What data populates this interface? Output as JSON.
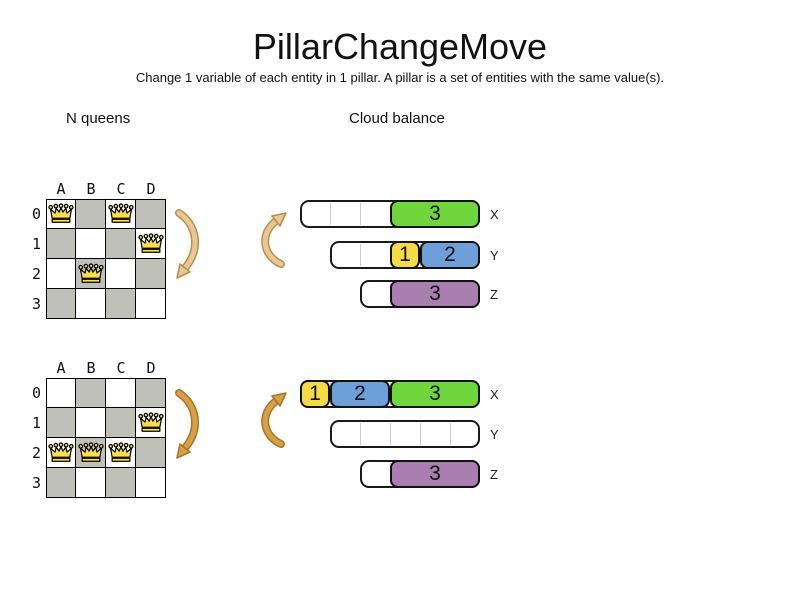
{
  "title": "PillarChangeMove",
  "subtitle": "Change 1 variable of each entity in 1 pillar. A pillar is a set of entities with the same value(s).",
  "colors": {
    "board_gray": "#bfc0b7",
    "queen_fill": "#fadf4b",
    "green": "#6fd63c",
    "yellow": "#f4dc48",
    "blue": "#6f9fd8",
    "purple": "#a87fae",
    "arrow_light": "#e7c793",
    "arrow_light_outline": "#b98f4e",
    "arrow_dark": "#d7a045",
    "arrow_dark_outline": "#a8762a"
  },
  "nqueens": {
    "label": "N queens",
    "columns": [
      "A",
      "B",
      "C",
      "D"
    ],
    "rows": [
      "0",
      "1",
      "2",
      "3"
    ],
    "boards": {
      "before": [
        [
          0,
          0
        ],
        [
          2,
          0
        ],
        [
          3,
          1
        ],
        [
          1,
          2
        ]
      ],
      "after": [
        [
          3,
          1
        ],
        [
          0,
          2
        ],
        [
          1,
          2
        ],
        [
          2,
          2
        ]
      ]
    }
  },
  "cloudbalance": {
    "label": "Cloud balance",
    "states": {
      "before": [
        {
          "label": "X",
          "capacity": 6,
          "blocks": [
            {
              "value": "3",
              "color": "green",
              "start": 3,
              "size": 3
            }
          ]
        },
        {
          "label": "Y",
          "capacity": 5,
          "blocks": [
            {
              "value": "1",
              "color": "yellow",
              "start": 2,
              "size": 1
            },
            {
              "value": "2",
              "color": "blue",
              "start": 3,
              "size": 2
            }
          ]
        },
        {
          "label": "Z",
          "capacity": 4,
          "blocks": [
            {
              "value": "3",
              "color": "purple",
              "start": 1,
              "size": 3
            }
          ]
        }
      ],
      "after": [
        {
          "label": "X",
          "capacity": 6,
          "blocks": [
            {
              "value": "1",
              "color": "yellow",
              "start": 0,
              "size": 1
            },
            {
              "value": "2",
              "color": "blue",
              "start": 1,
              "size": 2
            },
            {
              "value": "3",
              "color": "green",
              "start": 3,
              "size": 3
            }
          ]
        },
        {
          "label": "Y",
          "capacity": 5,
          "blocks": []
        },
        {
          "label": "Z",
          "capacity": 4,
          "blocks": [
            {
              "value": "3",
              "color": "purple",
              "start": 1,
              "size": 3
            }
          ]
        }
      ]
    }
  }
}
